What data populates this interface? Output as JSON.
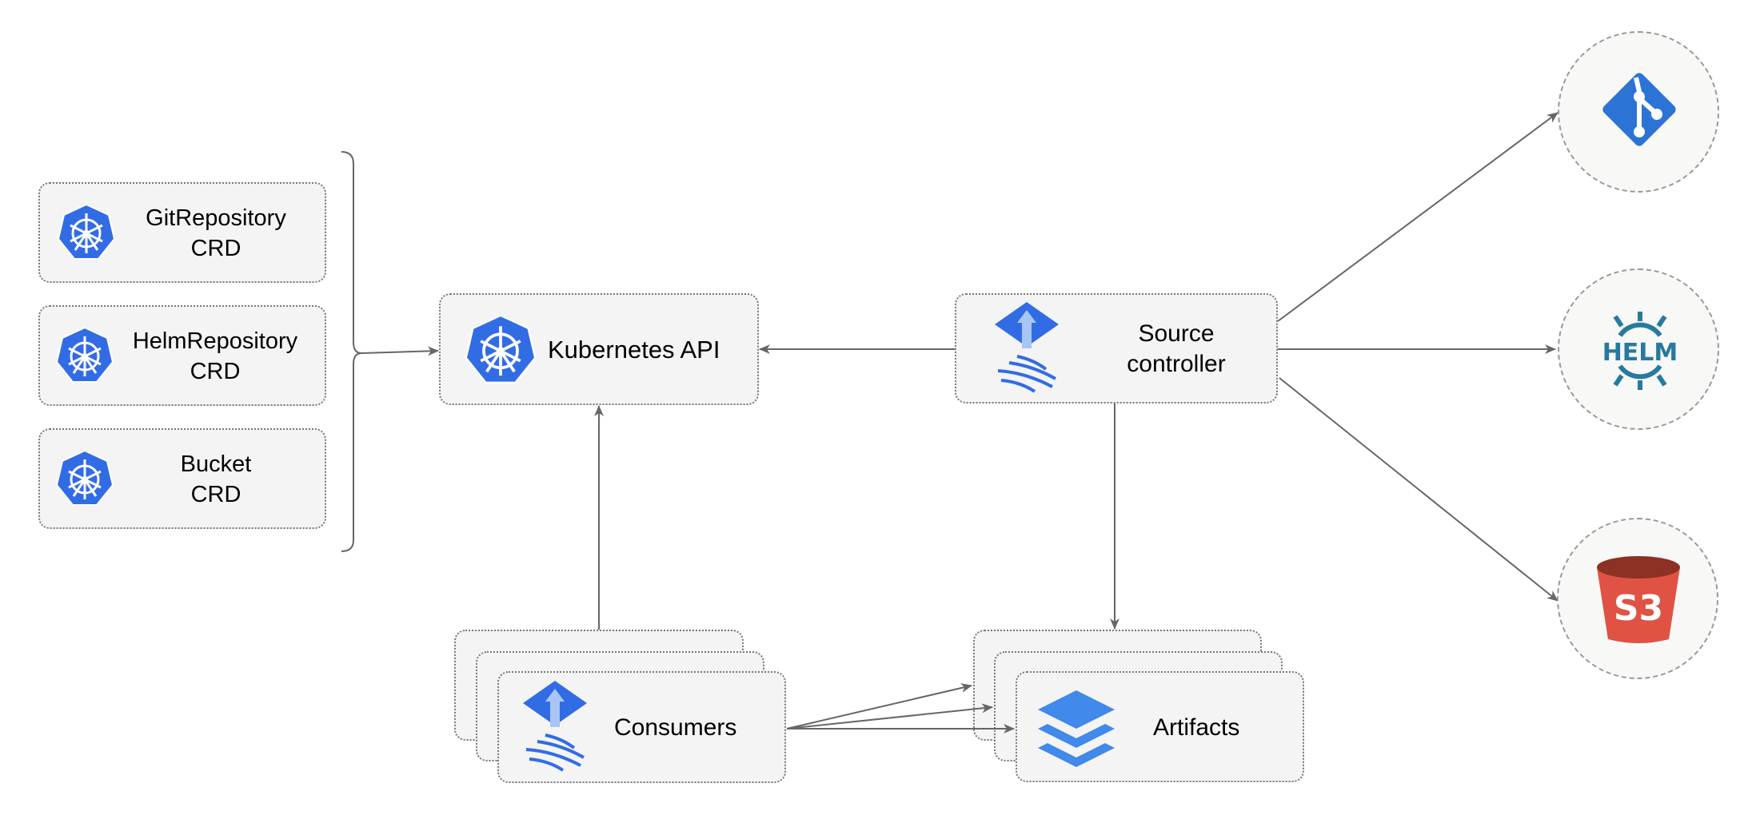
{
  "crds": [
    {
      "line1": "GitRepository",
      "line2": "CRD",
      "icon": "kubernetes-icon"
    },
    {
      "line1": "HelmRepository",
      "line2": "CRD",
      "icon": "kubernetes-icon"
    },
    {
      "line1": "Bucket",
      "line2": "CRD",
      "icon": "kubernetes-icon"
    }
  ],
  "kubernetes_api": {
    "label": "Kubernetes API",
    "icon": "kubernetes-icon"
  },
  "source_controller": {
    "line1": "Source",
    "line2": "controller",
    "icon": "flux-icon"
  },
  "consumers": {
    "label": "Consumers",
    "icon": "flux-icon"
  },
  "artifacts": {
    "label": "Artifacts",
    "icon": "layers-icon"
  },
  "sources": [
    {
      "icon": "git-icon"
    },
    {
      "icon": "helm-icon",
      "text": "HELM"
    },
    {
      "icon": "s3-icon",
      "text": "S3"
    }
  ],
  "colors": {
    "kubernetes": "#326ce5",
    "git": "#2b74d6",
    "helm": "#277a9f",
    "s3_red": "#e05243",
    "s3_dark": "#8c3123",
    "edge": "#666666",
    "box_fill": "#f4f4f4"
  }
}
